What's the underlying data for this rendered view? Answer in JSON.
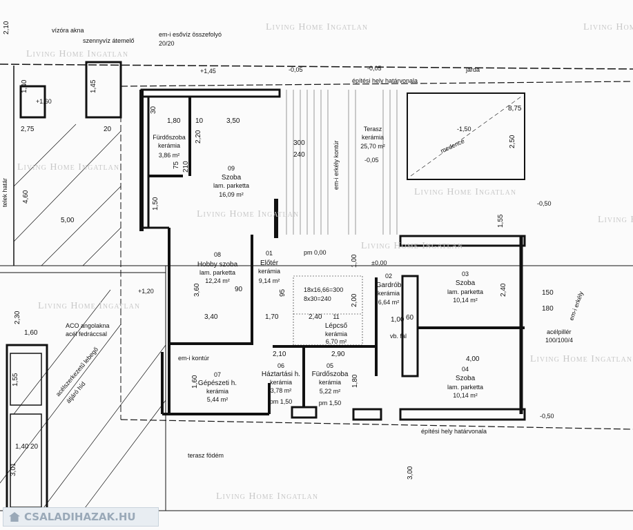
{
  "rooms": [
    {
      "num": "09",
      "name": "Szoba",
      "floor": "lam. parketta",
      "area": "16,09 m²"
    },
    {
      "num": "",
      "name": "Fürdőszoba",
      "floor": "kerámia",
      "area": "3,86 m²"
    },
    {
      "num": "",
      "name": "Terasz",
      "floor": "kerámia",
      "area": "25,70 m²"
    },
    {
      "num": "08",
      "name": "Hobby szoba",
      "floor": "lam. parketta",
      "area": "12,24 m²"
    },
    {
      "num": "01",
      "name": "Előtér",
      "floor": "kerámia",
      "area": "9,14 m²"
    },
    {
      "num": "11",
      "name": "Lépcső",
      "floor": "kerámia",
      "area": "6,70 m²"
    },
    {
      "num": "02",
      "name": "Gardrób",
      "floor": "kerámia",
      "area": "6,64 m²"
    },
    {
      "num": "03",
      "name": "Szoba",
      "floor": "lam. parketta",
      "area": "10,14 m²"
    },
    {
      "num": "04",
      "name": "Szoba",
      "floor": "lam. parketta",
      "area": "10,14 m²"
    },
    {
      "num": "07",
      "name": "Gépészeti h.",
      "floor": "kerámia",
      "area": "5,44 m²"
    },
    {
      "num": "06",
      "name": "Háztartási h.",
      "floor": "kerámia",
      "area": "3,78 m²",
      "level": "pm 1,50"
    },
    {
      "num": "05",
      "name": "Fürdőszoba",
      "floor": "kerámia",
      "area": "5,22 m²",
      "level": "pm 1,50"
    }
  ],
  "annotations": {
    "water_meter": "vízóra akna",
    "sewage": "szennyvíz átemelő",
    "rainwater": "em-i esővíz összefolyó",
    "rainwater_size": "20/20",
    "sidewalk": "járda",
    "building_line_top": "építési hely határvonala",
    "building_line_bottom": "építési hely határvonala",
    "pool": "medence",
    "pool_level": "-1,50",
    "zero": "±0,00",
    "pm_zero": "pm 0,00",
    "lvl_m005a": "-0,05",
    "lvl_m005b": "-0,05",
    "lvl_m005c": "-0,05",
    "lvl_p145": "+1,45",
    "lvl_p120": "+1,20",
    "lvl_p160": "+1,60",
    "lvl_m050a": "-0,50",
    "lvl_m050b": "-0,50",
    "aco": "ACO angolakna",
    "aco2": "acél fedráccsal",
    "bridge": "acélszerkezetű lebegő",
    "bridge2": "átjáró híd",
    "terrace_slab": "terasz födém",
    "steel_column": "acélpillér",
    "steel_column_size": "100/100/4",
    "balcony_contour": "em-i erkély kontúr",
    "contour": "em-i kontúr",
    "stairs1": "18x16,66=300",
    "stairs2": "8x30=240",
    "rc_wall": "vb. fal",
    "area_500": "5,00",
    "plot_line": "telek határ",
    "balcony_contour_right": "em-i erkély"
  },
  "dimensions": [
    "2,10",
    "1,40",
    "1,45",
    "2,75",
    "20",
    "4,60",
    "2,30",
    "1,60",
    "1,55",
    "1,40",
    "20",
    "3,01",
    "30",
    "1,80",
    "10",
    "3,50",
    "300",
    "240",
    "2,20",
    "210",
    "75",
    "1,50",
    "3,60",
    "90",
    "3,40",
    "1,70",
    "95",
    "2,40",
    "1,00",
    "2,00",
    "60",
    "150",
    "180",
    "2,40",
    "4,00",
    "8,75",
    "2,50",
    "1,55",
    "2,90",
    "2,10",
    "1,60",
    "1,80",
    "3,00",
    "1,00"
  ],
  "watermarks": [
    "Living Home Ingatlan",
    "Living Home Ingatlan",
    "Living Home Ingatlan",
    "Living Home Ingatlan",
    "Living Home Ingatlan",
    "Living Home Ingatlan",
    "Living Home Ingatlan",
    "Living Home Ingatlan",
    "Living Home Ingatlan",
    "Living Home Ingatlan",
    "Living Home Ingatlan"
  ],
  "logo": "CSALADIHAZAK.HU"
}
